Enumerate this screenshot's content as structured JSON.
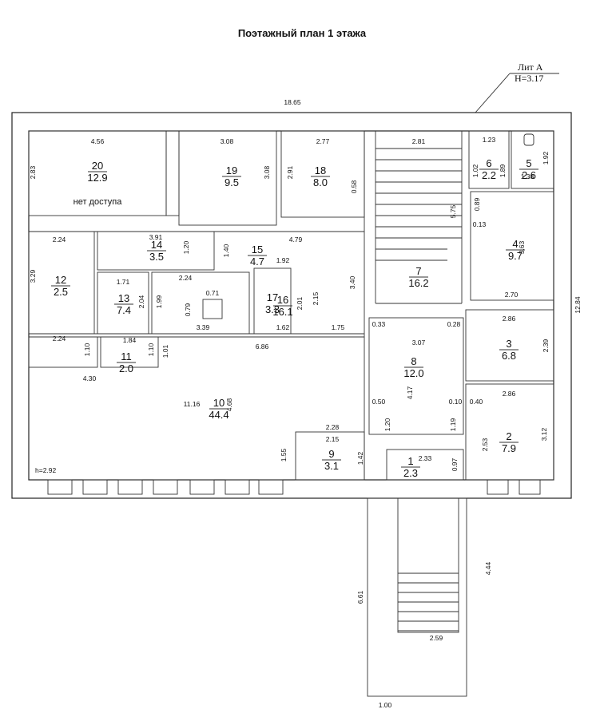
{
  "title": "Поэтажный план  1 этажа",
  "lit": {
    "name": "Лит А",
    "height": "H=3.17"
  },
  "outer": {
    "width": "18.65",
    "height": "12.84"
  },
  "ceiling": "h=2.92",
  "rooms": [
    {
      "id": "20",
      "area": "12.9",
      "note": "нет доступа"
    },
    {
      "id": "19",
      "area": "9.5"
    },
    {
      "id": "18",
      "area": "8.0"
    },
    {
      "id": "7",
      "area": "16.2"
    },
    {
      "id": "6",
      "area": "2.2"
    },
    {
      "id": "5",
      "area": "2.6"
    },
    {
      "id": "4",
      "area": "9.7"
    },
    {
      "id": "3",
      "area": "6.8"
    },
    {
      "id": "2",
      "area": "7.9"
    },
    {
      "id": "1",
      "area": "2.3"
    },
    {
      "id": "8",
      "area": "12.0"
    },
    {
      "id": "9",
      "area": "3.1"
    },
    {
      "id": "10",
      "area": "44.4"
    },
    {
      "id": "11",
      "area": "2.0"
    },
    {
      "id": "12",
      "area": "2.5"
    },
    {
      "id": "13",
      "area": "7.4"
    },
    {
      "id": "14",
      "area": "3.5"
    },
    {
      "id": "15",
      "area": "4.7"
    },
    {
      "id": "16",
      "area": "16.1"
    },
    {
      "id": "17",
      "area": "3.3"
    }
  ],
  "dims": [
    "4.56",
    "2.83",
    "3.08",
    "3.08",
    "2.77",
    "2.91",
    "0.58",
    "2.81",
    "5.75",
    "1.23",
    "1.02",
    "1.89",
    "1.92",
    "1.38",
    "0.89",
    "0.13",
    "3.63",
    "2.70",
    "2.24",
    "3.91",
    "4.79",
    "1.20",
    "1.40",
    "3.29",
    "1.71",
    "2.04",
    "2.24",
    "1.99",
    "0.71",
    "0.79",
    "1.92",
    "2.01",
    "2.15",
    "3.39",
    "1.62",
    "1.75",
    "3.40",
    "0.33",
    "0.28",
    "3.07",
    "2.86",
    "2.39",
    "2.86",
    "2.24",
    "1.84",
    "1.10",
    "1.10",
    "1.01",
    "6.86",
    "4.30",
    "11.16",
    "4.68",
    "4.17",
    "0.50",
    "0.10",
    "0.40",
    "1.20",
    "1.19",
    "2.53",
    "3.12",
    "2.28",
    "2.15",
    "1.55",
    "1.42",
    "2.33",
    "0.97",
    "4.44",
    "6.61",
    "2.59",
    "1.00"
  ]
}
